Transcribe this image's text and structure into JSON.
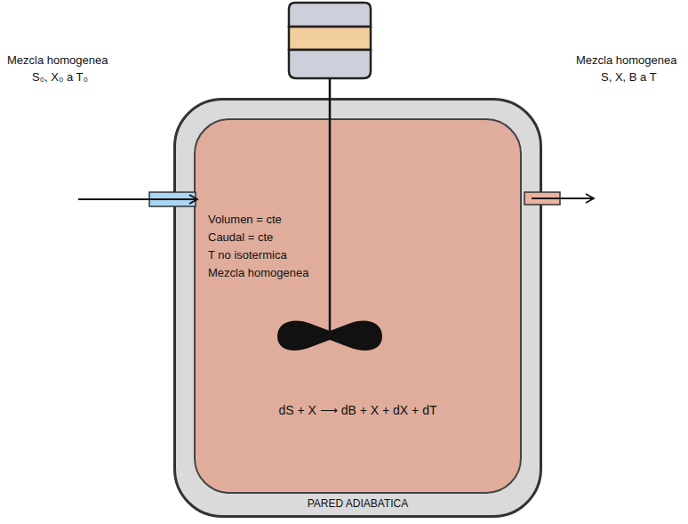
{
  "diagram": {
    "nodes": [
      {
        "text": [
          "PARED ADIABATICA"
        ]
      },
      {
        "text": [
          "Volumen = cte",
          "Caudal = cte",
          "T no isotermica",
          "Mezcla homogenea",
          "dS + X ⟶ dB + X + dX + dT"
        ],
        "in": 0
      }
    ],
    "labels": [
      "Mezcla homogenea",
      "S₀, X₀ a T₀",
      "Mezcla homogenea",
      "S, X, B a T"
    ]
  }
}
